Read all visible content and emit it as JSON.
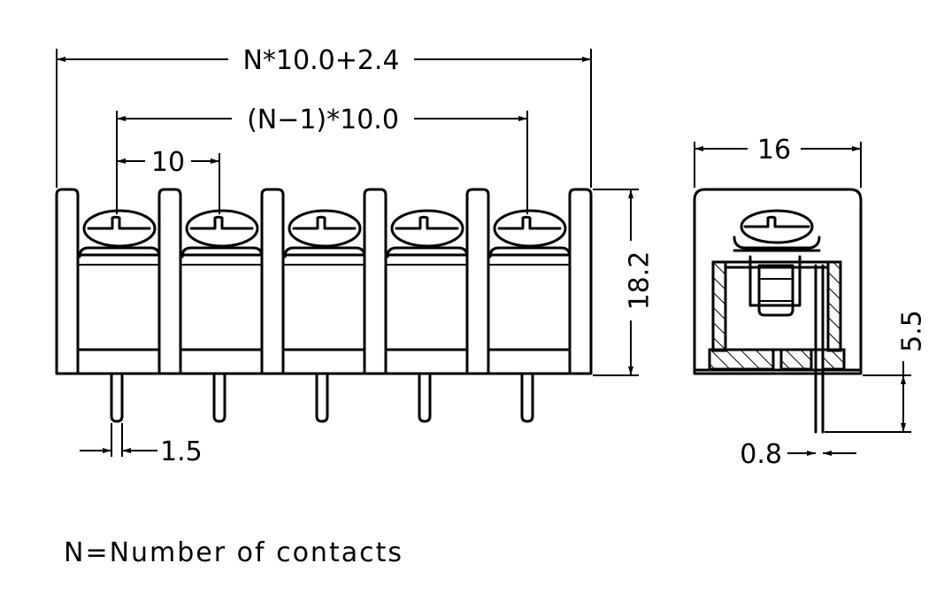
{
  "dimensions": {
    "overall_length": "N*10.0+2.4",
    "pitch_span": "(N−1)*10.0",
    "pitch": "10",
    "height": "18.2",
    "pin_width": "1.5",
    "side_width": "16",
    "pin_length": "5.5",
    "pin_thickness": "0.8"
  },
  "note": "N=Number of contacts"
}
